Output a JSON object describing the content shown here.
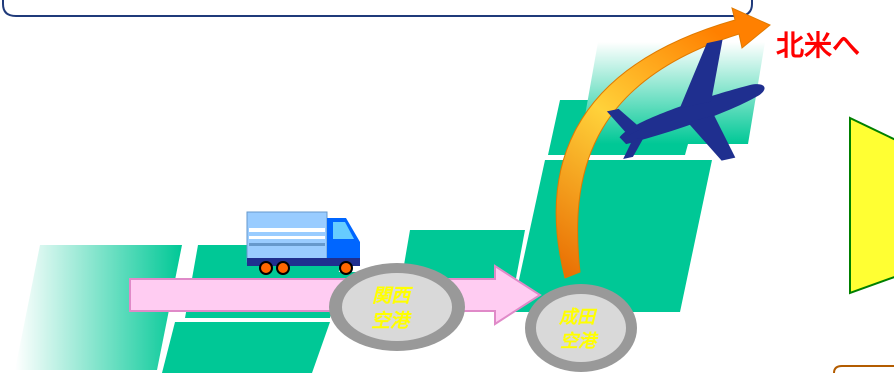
{
  "labels": {
    "destination": "北米へ",
    "airport_kansai": [
      "関西",
      "空港"
    ],
    "airport_narita": [
      "成田",
      "空港"
    ]
  },
  "colors": {
    "land": "#00c896",
    "destination_text": "#ff0000",
    "airport_label_text": "#ffff00",
    "airport_ring": "#999999",
    "airport_fill": "#d9d9d9",
    "route_arrow_fill": "#ffccf2",
    "route_arrow_stroke": "#e08ac8",
    "flight_arrow": "#ff8000",
    "airplane": "#1f2f8f",
    "truck_cargo": "#99ccff",
    "truck_cab": "#0066ff",
    "callout_fill": "#ffff33",
    "callout_stroke": "#008000",
    "frame_stroke": "#1f3a7a"
  },
  "icons": [
    "airplane-icon",
    "truck-icon"
  ]
}
